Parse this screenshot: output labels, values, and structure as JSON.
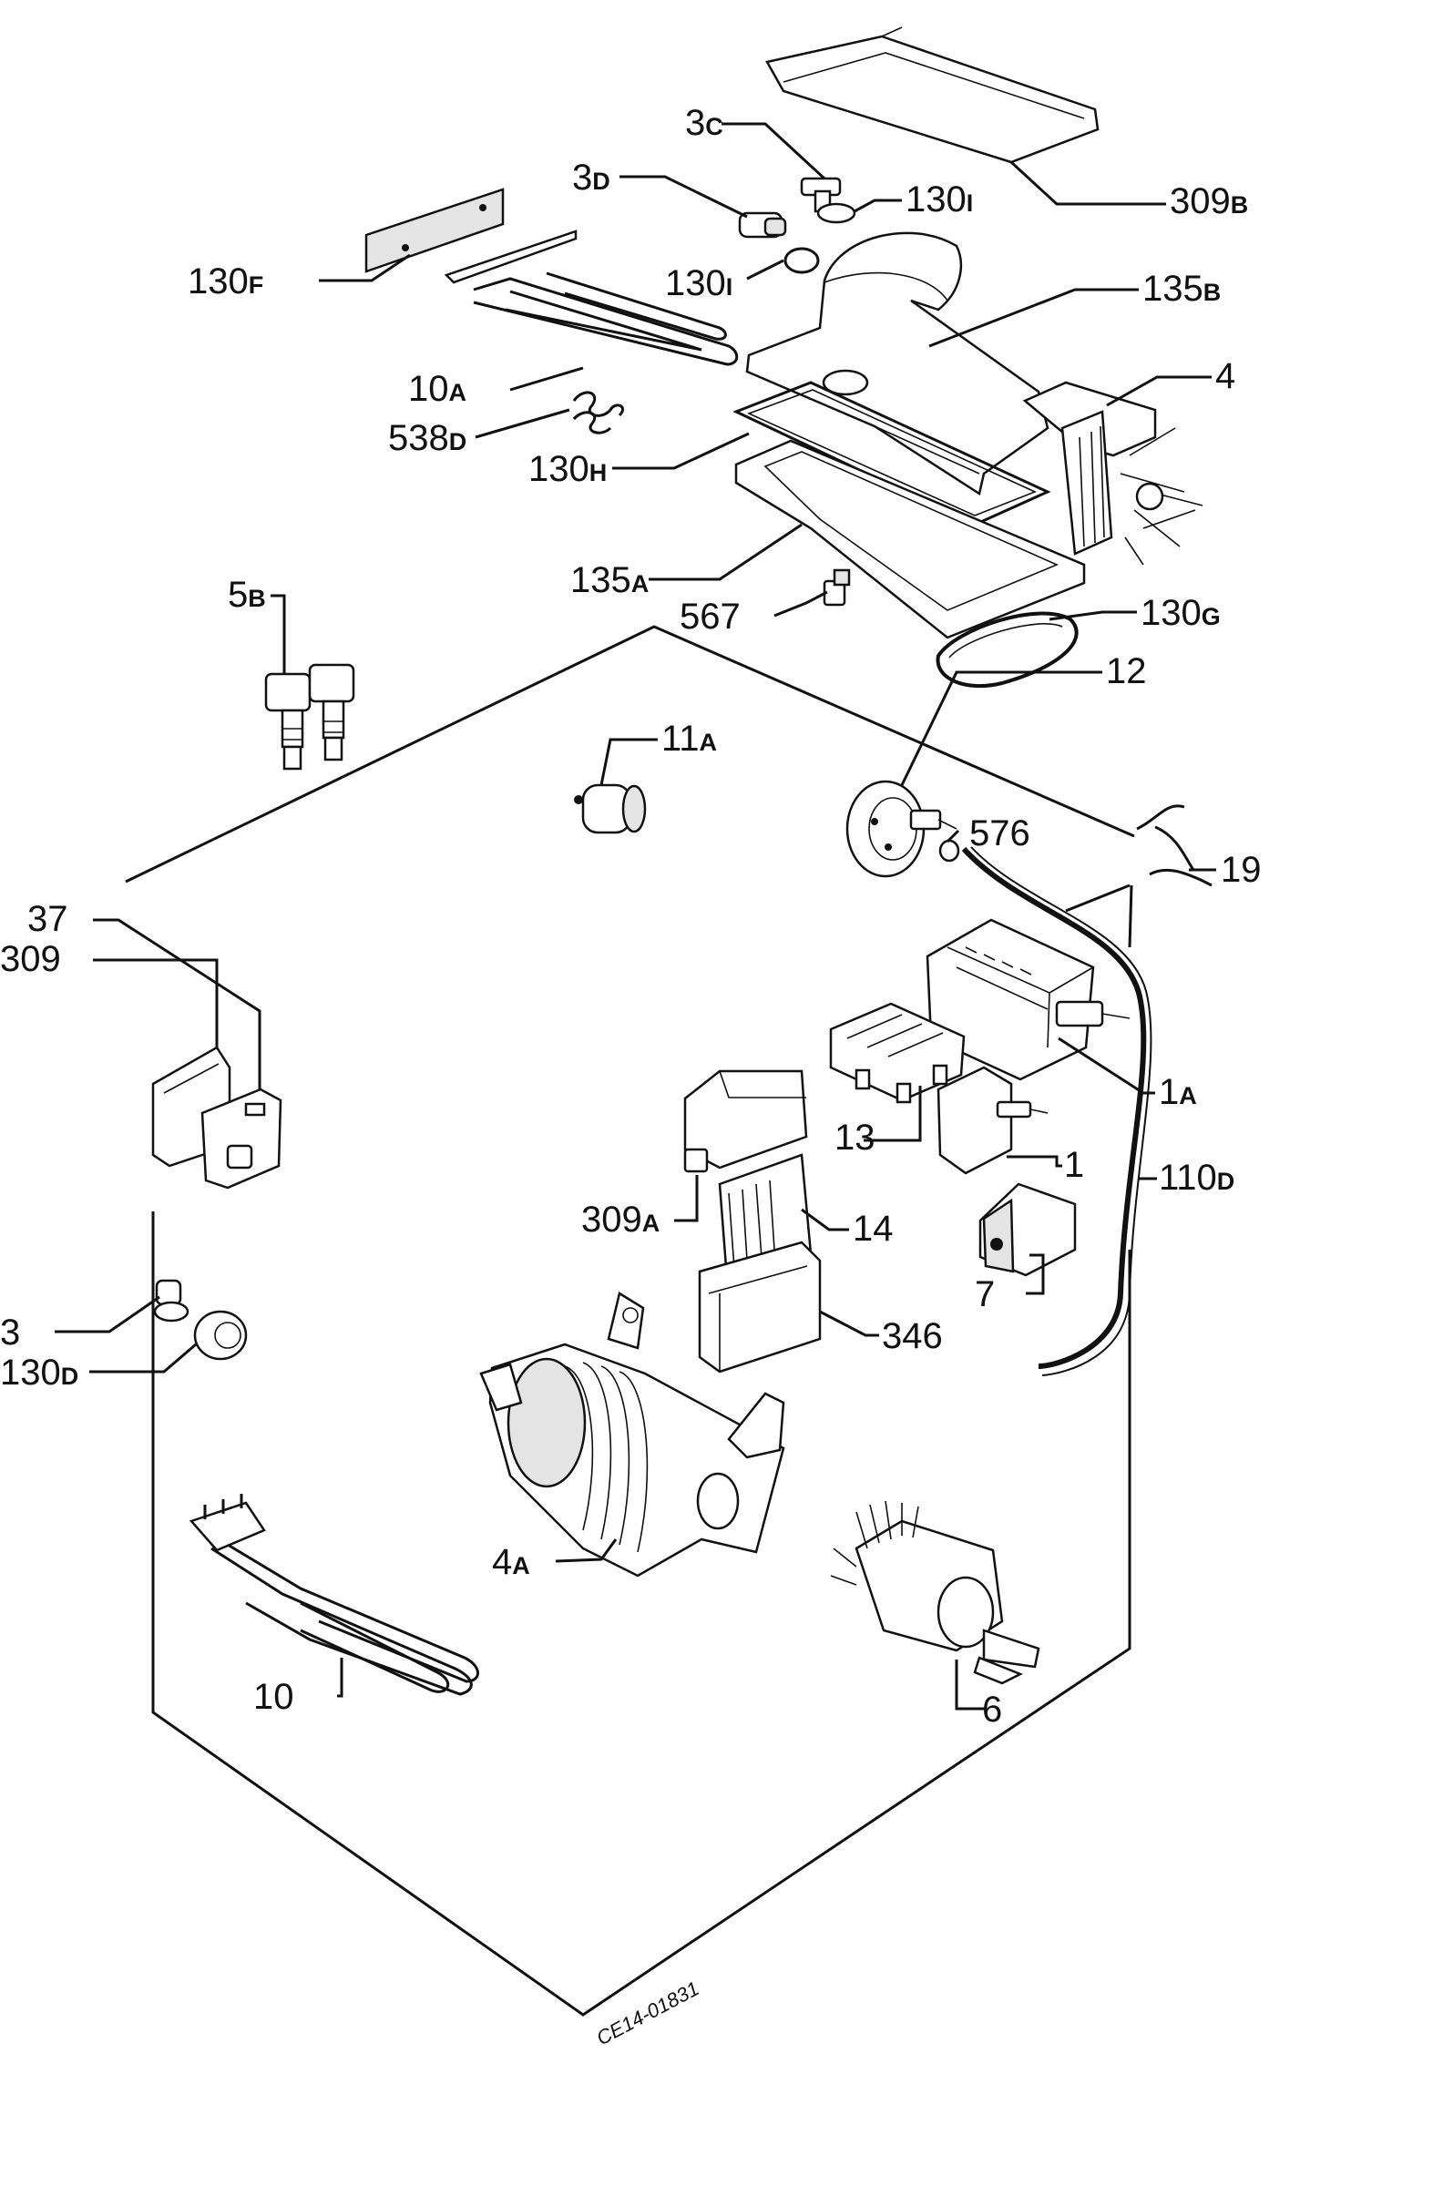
{
  "drawing_code": "CE14-01831",
  "labels": [
    {
      "id": "309B",
      "num": "309",
      "suffix": "B"
    },
    {
      "id": "3C",
      "num": "3",
      "suffix": "C"
    },
    {
      "id": "3D",
      "num": "3",
      "suffix": "D"
    },
    {
      "id": "130I-a",
      "num": "130",
      "suffix": "I"
    },
    {
      "id": "130I-b",
      "num": "130",
      "suffix": "I"
    },
    {
      "id": "130F",
      "num": "130",
      "suffix": "F"
    },
    {
      "id": "135B",
      "num": "135",
      "suffix": "B"
    },
    {
      "id": "4",
      "num": "4",
      "suffix": ""
    },
    {
      "id": "10A",
      "num": "10",
      "suffix": "A"
    },
    {
      "id": "538D",
      "num": "538",
      "suffix": "D"
    },
    {
      "id": "130H",
      "num": "130",
      "suffix": "H"
    },
    {
      "id": "135A",
      "num": "135",
      "suffix": "A"
    },
    {
      "id": "567",
      "num": "567",
      "suffix": ""
    },
    {
      "id": "130G",
      "num": "130",
      "suffix": "G"
    },
    {
      "id": "12",
      "num": "12",
      "suffix": ""
    },
    {
      "id": "5B",
      "num": "5",
      "suffix": "B"
    },
    {
      "id": "11A",
      "num": "11",
      "suffix": "A"
    },
    {
      "id": "576",
      "num": "576",
      "suffix": ""
    },
    {
      "id": "19",
      "num": "19",
      "suffix": ""
    },
    {
      "id": "37",
      "num": "37",
      "suffix": ""
    },
    {
      "id": "309",
      "num": "309",
      "suffix": ""
    },
    {
      "id": "1A",
      "num": "1",
      "suffix": "A"
    },
    {
      "id": "13",
      "num": "13",
      "suffix": ""
    },
    {
      "id": "1",
      "num": "1",
      "suffix": ""
    },
    {
      "id": "110D",
      "num": "110",
      "suffix": "D"
    },
    {
      "id": "309A",
      "num": "309",
      "suffix": "A"
    },
    {
      "id": "14",
      "num": "14",
      "suffix": ""
    },
    {
      "id": "7",
      "num": "7",
      "suffix": ""
    },
    {
      "id": "3",
      "num": "3",
      "suffix": ""
    },
    {
      "id": "346",
      "num": "346",
      "suffix": ""
    },
    {
      "id": "130D",
      "num": "130",
      "suffix": "D"
    },
    {
      "id": "4A",
      "num": "4",
      "suffix": "A"
    },
    {
      "id": "10",
      "num": "10",
      "suffix": ""
    },
    {
      "id": "6",
      "num": "6",
      "suffix": ""
    }
  ]
}
